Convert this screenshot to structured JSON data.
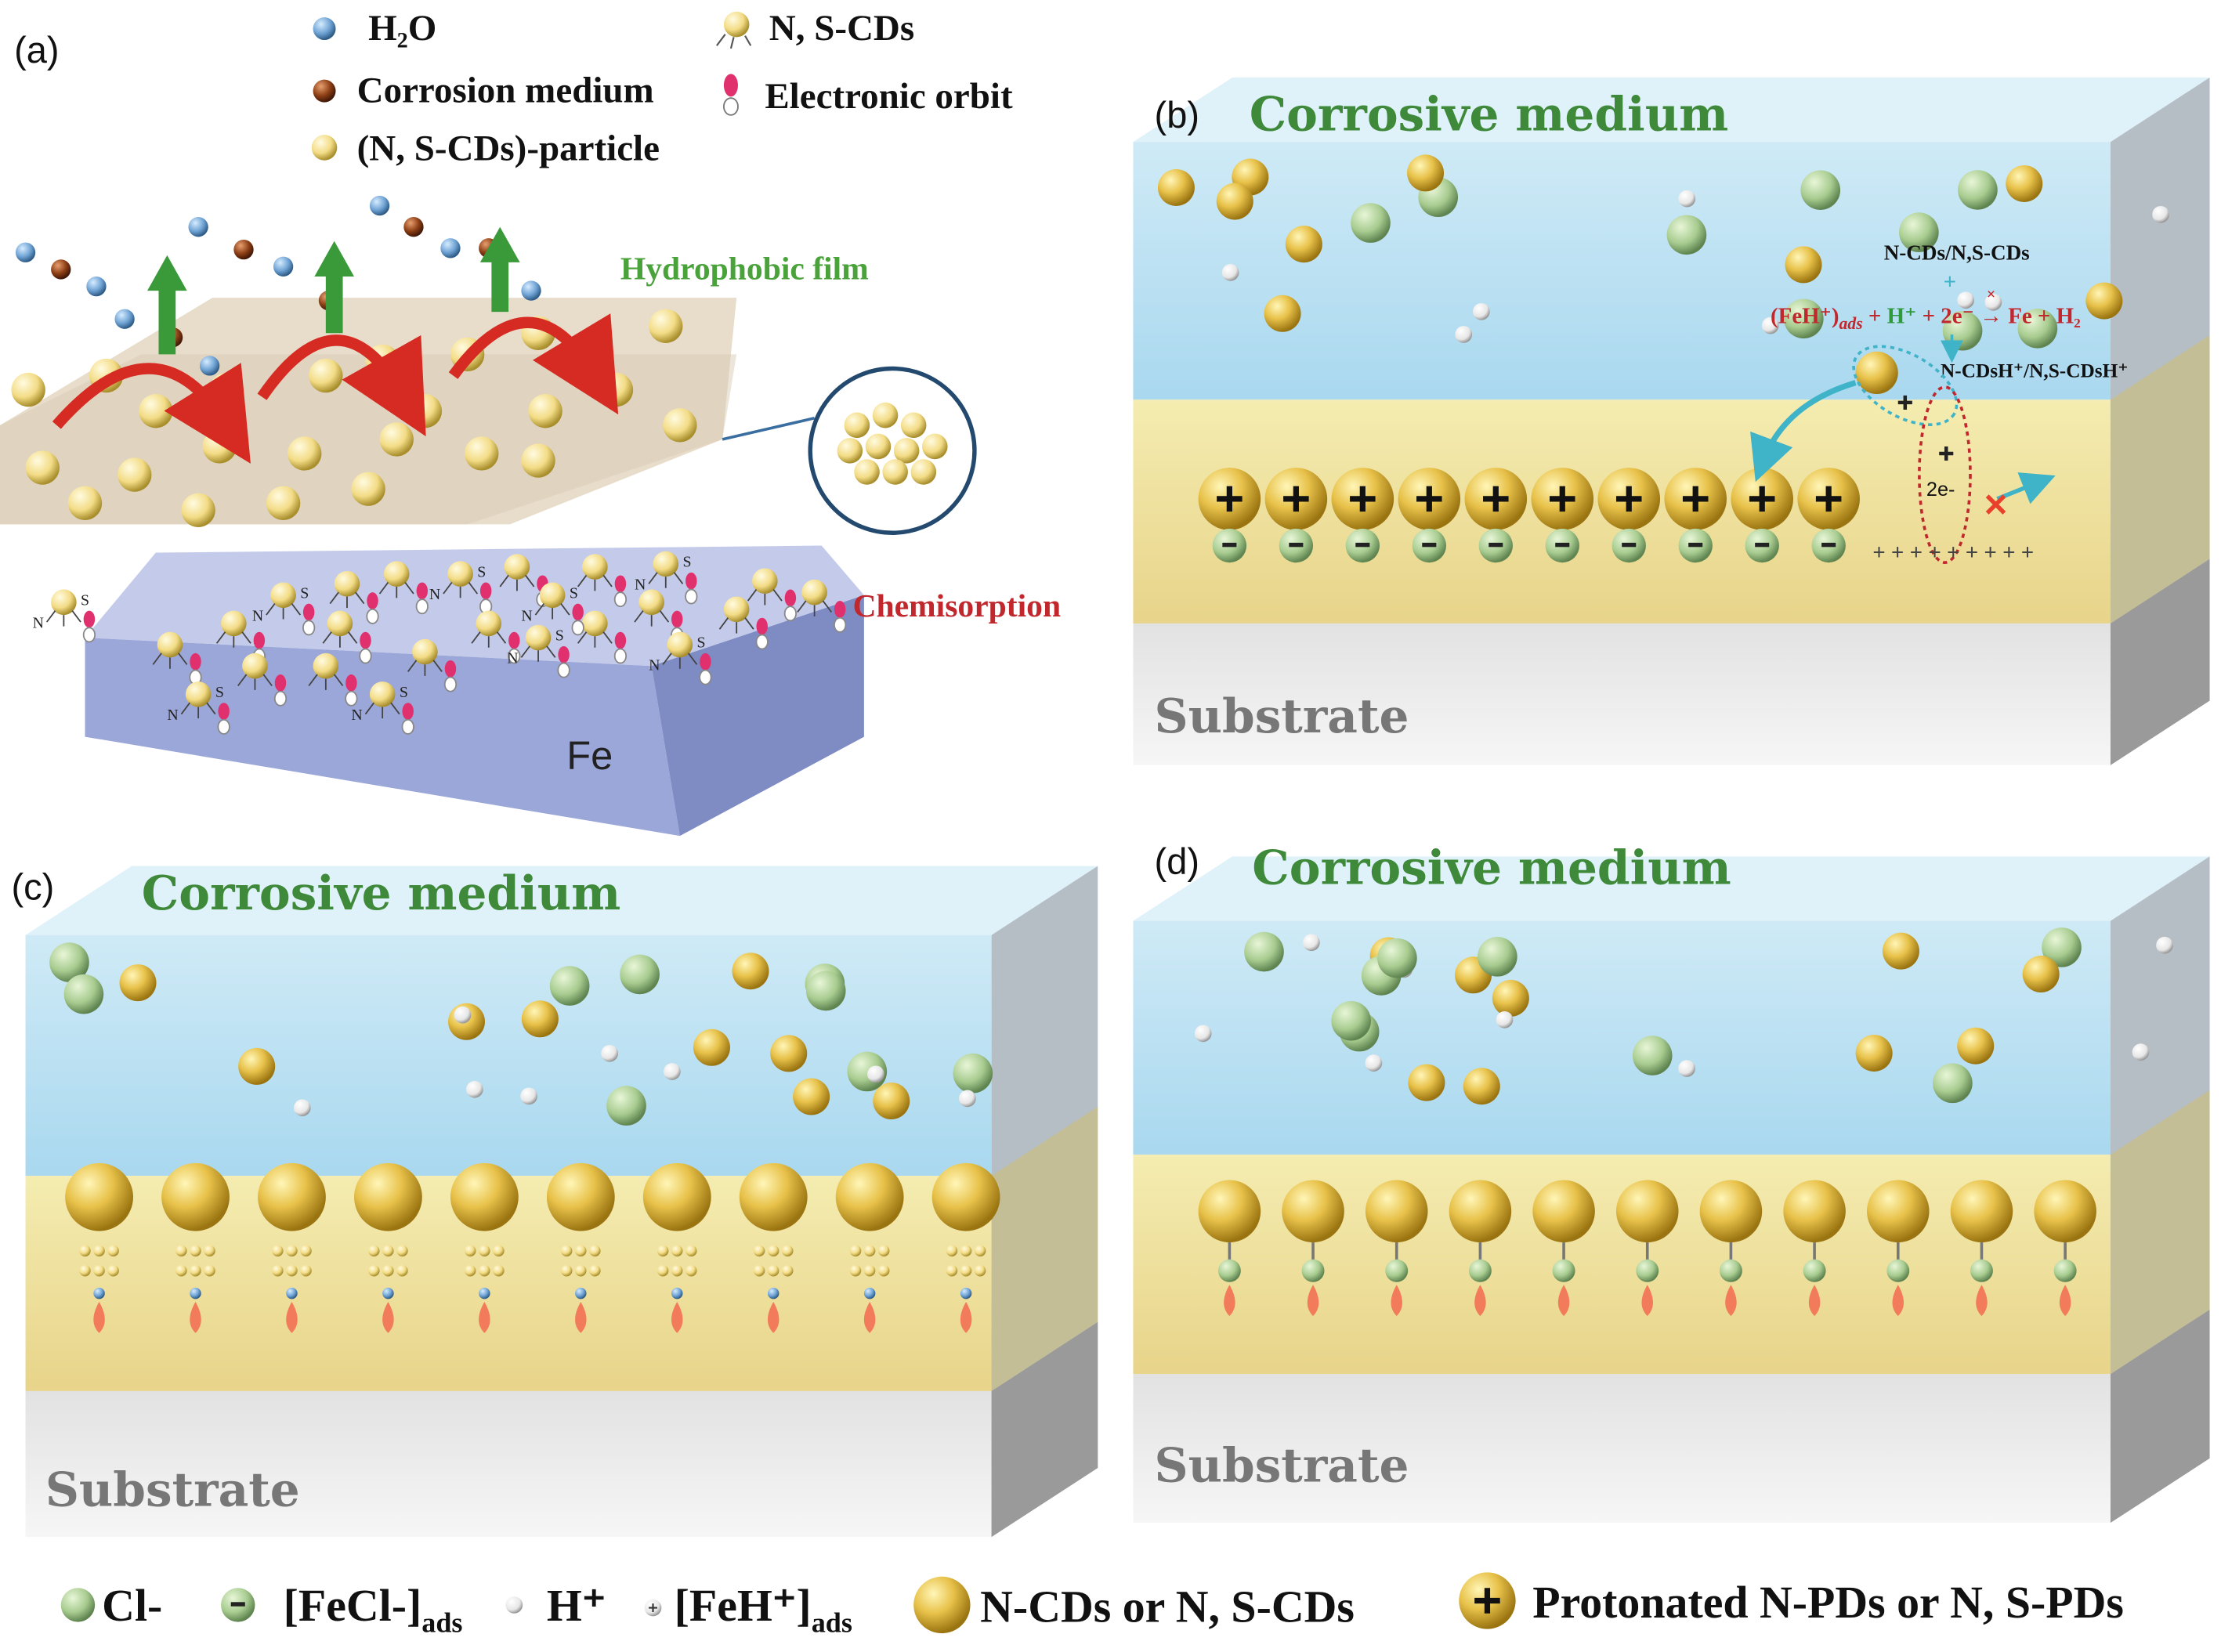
{
  "panel_a": {
    "label": "(a)",
    "legend": [
      {
        "text": "H₂O",
        "icon": "blue-sphere"
      },
      {
        "text": "Corrosion medium",
        "icon": "brown-sphere"
      },
      {
        "text": "(N, S-CDs)-particle",
        "icon": "yellow-sphere"
      },
      {
        "text": "N, S-CDs",
        "icon": "cd-molecule"
      },
      {
        "text": "Electronic  orbit",
        "icon": "orbital"
      }
    ],
    "hydrophobic_film": "Hydrophobic film",
    "chemisorption": "Chemisorption",
    "fe": "Fe",
    "n": "N",
    "s": "S"
  },
  "panel_b": {
    "label": "(b)",
    "medium": "Corrosive medium",
    "substrate": "Substrate",
    "reactant": "N-CDs/N,S-CDs",
    "plus": "+",
    "eq_left": "(FeH⁺)",
    "eq_ads": "ads",
    "eq_h": "H⁺",
    "eq_rest": "+ 2e⁻",
    "eq_arrow": "→",
    "eq_x": "×",
    "eq_right": "Fe + H₂",
    "eq_plus": "+",
    "product": "N-CDsH⁺/N,S-CDsH⁺",
    "two_e": "2e-",
    "surface_charges": "+ + + + + + + + +"
  },
  "panel_c": {
    "label": "(c)",
    "medium": "Corrosive medium",
    "substrate": "Substrate"
  },
  "panel_d": {
    "label": "(d)",
    "medium": "Corrosive medium",
    "substrate": "Substrate"
  },
  "legend": {
    "cl": "Cl-",
    "fecl": "[FeCl-]",
    "fecl_sub": "ads",
    "h": "H⁺",
    "feh": "[FeH⁺]",
    "feh_sub": "ads",
    "cds": "N-CDs or N, S-CDs",
    "protonated": "Protonated N-PDs or N, S-PDs"
  },
  "colors": {
    "medium_green": "#3f8a3a",
    "chemisorption_red": "#c0282d",
    "equation_red": "#c0282d",
    "fe_blue": "#9aa6d6"
  }
}
